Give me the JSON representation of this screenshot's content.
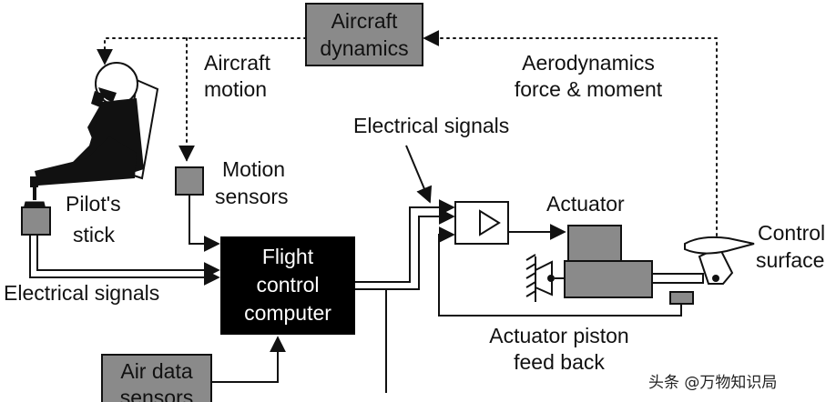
{
  "blocks": {
    "aircraft_dynamics": [
      "Aircraft",
      "dynamics"
    ],
    "flight_control_computer": [
      "Flight",
      "control",
      "computer"
    ],
    "air_data_sensors": [
      "Air data",
      "sensors"
    ]
  },
  "labels": {
    "aircraft_motion": [
      "Aircraft",
      "motion"
    ],
    "aero_force_moment": [
      "Aerodynamics",
      "force & moment"
    ],
    "electrical_signals_top": "Electrical signals",
    "electrical_signals_left": "Electrical signals",
    "pilots_stick": [
      "Pilot's",
      "stick"
    ],
    "motion_sensors": [
      "Motion",
      "sensors"
    ],
    "actuator": "Actuator",
    "control_surface": [
      "Control",
      "surface"
    ],
    "actuator_piston_feedback": [
      "Actuator piston",
      "feed back"
    ]
  },
  "watermark": {
    "text": "头条 @万物知识局",
    "color": "#222222"
  },
  "colors": {
    "block_gray": "#8a8a8a",
    "computer_black": "#000000",
    "ink": "#111111"
  },
  "icons": [
    "pilot-icon",
    "stick-icon",
    "amplifier-triangle-icon",
    "hinge-icon",
    "control-surface-icon"
  ]
}
